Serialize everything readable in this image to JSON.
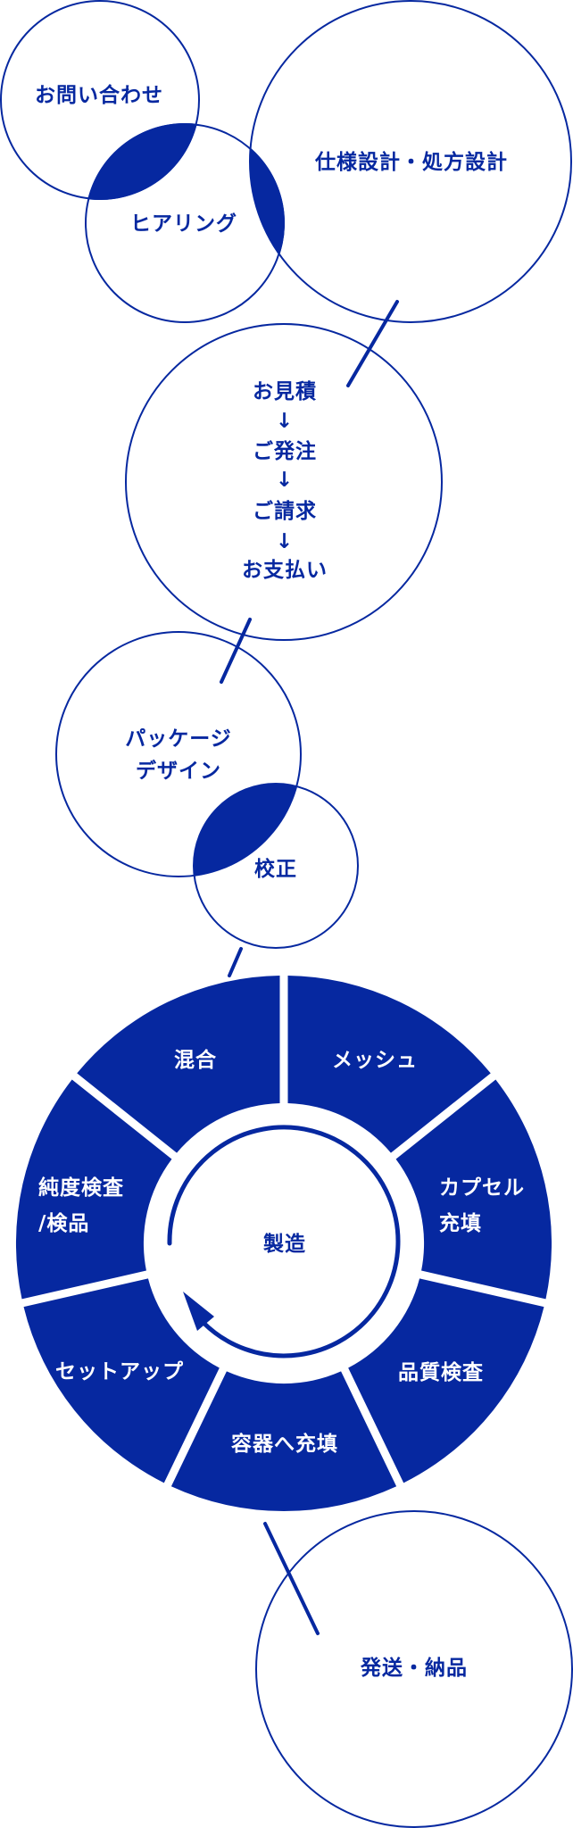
{
  "colors": {
    "accent": "#0628a0",
    "background": "#ffffff"
  },
  "steps": {
    "inquiry": "お問い合わせ",
    "hearing": "ヒアリング",
    "spec_design": "仕様設計・処方設計",
    "estimate_lines": [
      "お見積",
      "↓",
      "ご発注",
      "↓",
      "ご請求",
      "↓",
      "お支払い"
    ],
    "package_lines": [
      "パッケージ",
      "デザイン"
    ],
    "proofing": "校正",
    "manufacturing": {
      "center_label": "製造",
      "segments": [
        {
          "lines": [
            "混合"
          ]
        },
        {
          "lines": [
            "メッシュ"
          ]
        },
        {
          "lines": [
            "カプセル",
            "充填"
          ]
        },
        {
          "lines": [
            "品質検査"
          ]
        },
        {
          "lines": [
            "容器へ充填"
          ]
        },
        {
          "lines": [
            "セットアップ"
          ]
        },
        {
          "lines": [
            "純度検査",
            "/検品"
          ]
        }
      ]
    },
    "shipping": "発送・納品"
  }
}
